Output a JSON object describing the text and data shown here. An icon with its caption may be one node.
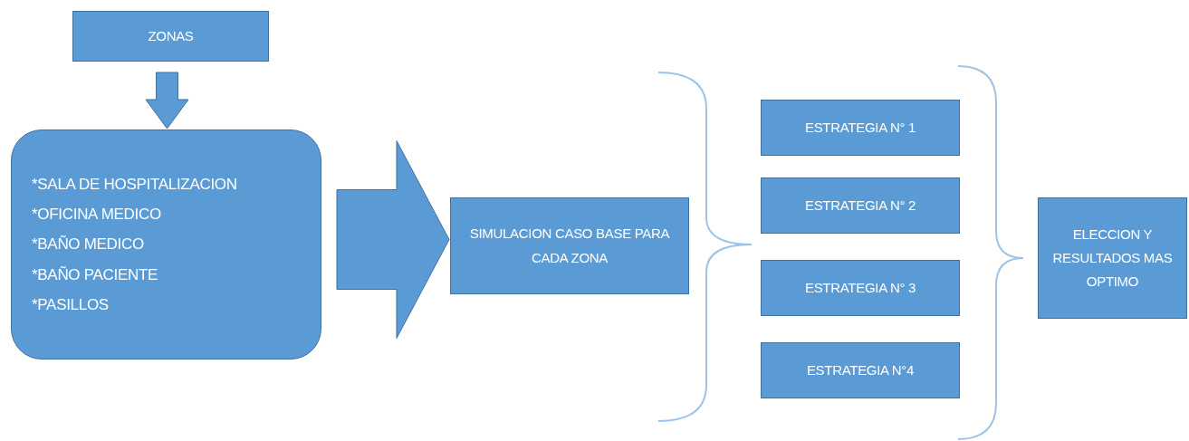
{
  "diagram": {
    "nodes": [
      {
        "text": [
          "ZONAS"
        ]
      },
      {
        "text": [
          "*SALA DE HOSPITALIZACION",
          "*OFICINA MEDICO",
          "*BAÑO MEDICO",
          "*BAÑO PACIENTE",
          "*PASILLOS"
        ]
      },
      {
        "text": [
          "SIMULACION CASO BASE PARA CADA ZONA"
        ]
      },
      {
        "text": [
          "ESTRATEGIA N° 1"
        ]
      },
      {
        "text": [
          "ESTRATEGIA N° 2"
        ]
      },
      {
        "text": [
          "ESTRATEGIA N° 3"
        ]
      },
      {
        "text": [
          "ESTRATEGIA N°4"
        ]
      },
      {
        "text": [
          "ELECCION Y RESULTADOS MAS OPTIMO"
        ]
      }
    ],
    "edges": [
      {
        "from": 0,
        "to": 1,
        "arrow": "to"
      },
      {
        "from": 1,
        "to": 2,
        "arrow": "to",
        "style": "thick"
      }
    ]
  }
}
